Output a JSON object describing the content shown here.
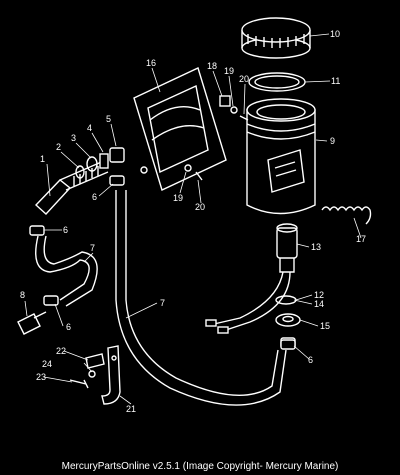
{
  "callouts": [
    "1",
    "2",
    "3",
    "4",
    "5",
    "6",
    "6",
    "6",
    "6",
    "7",
    "7",
    "8",
    "9",
    "10",
    "11",
    "12",
    "13",
    "14",
    "15",
    "16",
    "17",
    "18",
    "19",
    "19",
    "20",
    "20",
    "21",
    "22",
    "23",
    "24"
  ],
  "footer": {
    "caption": "MercuryPartsOnline v2.5.1 (Image Copyright- Mercury Marine)"
  }
}
